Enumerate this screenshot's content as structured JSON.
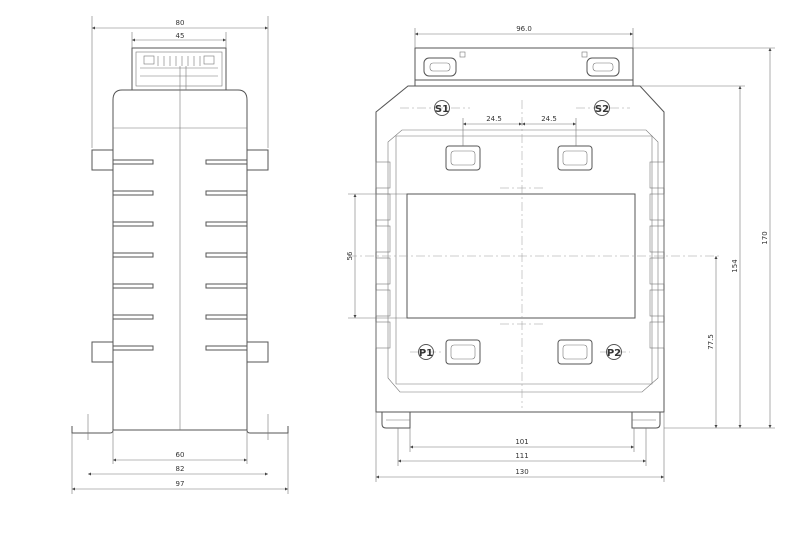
{
  "side_view": {
    "dim_top_outer": "80",
    "dim_top_inner": "45",
    "dim_base_1": "60",
    "dim_base_2": "82",
    "dim_base_3": "97"
  },
  "front_view": {
    "dim_top": "96.0",
    "dim_pitch_left": "24.5",
    "dim_pitch_right": "24.5",
    "dim_window": "56",
    "dim_base_1": "101",
    "dim_base_2": "111",
    "dim_base_3": "130",
    "dim_h_1": "77.5",
    "dim_h_2": "154",
    "dim_h_3": "170",
    "terminal_s1": "S1",
    "terminal_s2": "S2",
    "terminal_p1": "P1",
    "terminal_p2": "P2"
  }
}
